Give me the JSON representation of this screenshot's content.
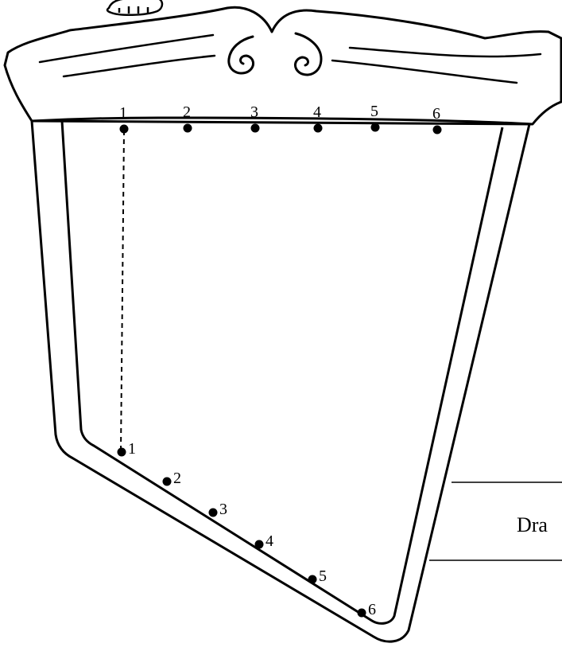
{
  "top_pegs": [
    {
      "label": "1"
    },
    {
      "label": "2"
    },
    {
      "label": "3"
    },
    {
      "label": "4"
    },
    {
      "label": "5"
    },
    {
      "label": "6"
    }
  ],
  "bottom_pegs": [
    {
      "label": "1"
    },
    {
      "label": "2"
    },
    {
      "label": "3"
    },
    {
      "label": "4"
    },
    {
      "label": "5"
    },
    {
      "label": "6"
    }
  ],
  "side_label": "Dra",
  "colors": {
    "ink": "#000000",
    "paper": "#ffffff"
  }
}
